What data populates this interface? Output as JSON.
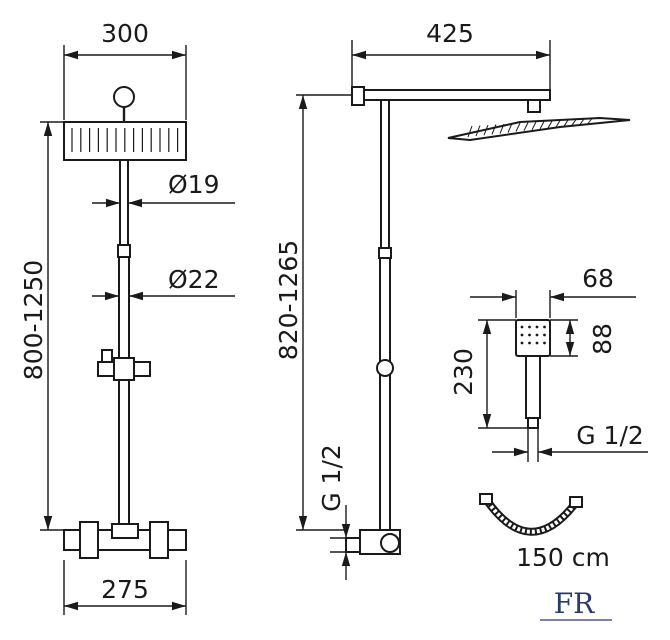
{
  "dimensions": {
    "head_width": "300",
    "overall_height_a": "800-1250",
    "pipe_upper": "Ø19",
    "pipe_lower": "Ø22",
    "mixer_width": "275",
    "arm_length": "425",
    "overall_height_b": "820-1265",
    "inlet_thread": "G 1/2",
    "hand_width": "68",
    "hand_head_height": "88",
    "hand_length": "230",
    "hand_thread": "G 1/2",
    "hose_length": "150 cm"
  },
  "brand": {
    "logo_text": "FR"
  },
  "colors": {
    "line": "#1a1a1a",
    "logo": "#2a3a6a"
  }
}
